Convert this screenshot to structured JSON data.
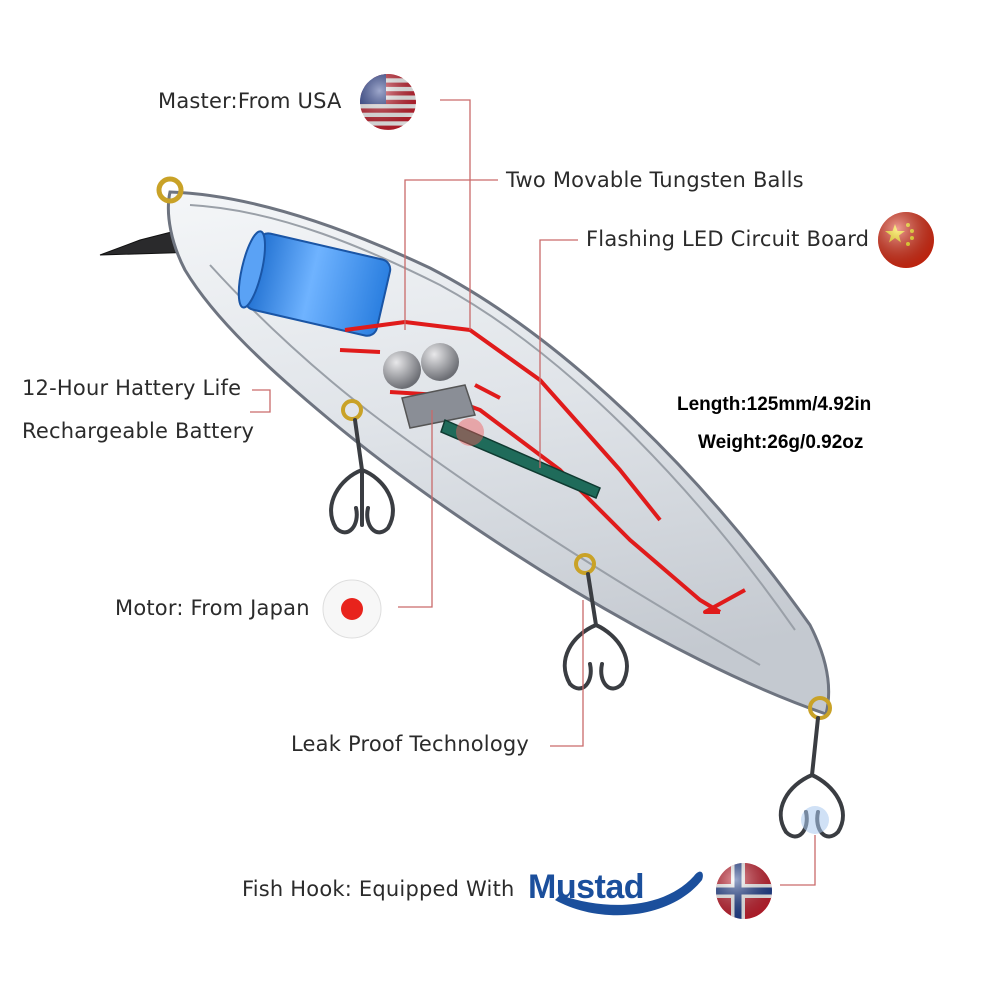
{
  "labels": {
    "master": "Master:From USA",
    "tungsten": "Two Movable Tungsten Balls",
    "led": "Flashing LED Circuit Board",
    "battery_life": "12-Hour Hattery Life",
    "battery_type": "Rechargeable Battery",
    "motor": "Motor: From Japan",
    "leak": "Leak Proof Technology",
    "hook": "Fish Hook: Equipped With"
  },
  "specs": {
    "length": "Length:125mm/4.92in",
    "weight": "Weight:26g/0.92oz"
  },
  "brand": "Mustad",
  "flags": {
    "usa": "usa-flag-icon",
    "china": "china-flag-icon",
    "japan": "japan-flag-icon",
    "norway": "norway-flag-icon"
  },
  "colors": {
    "wire_red": "#e01b1b",
    "battery_blue": "#3b8fe8",
    "brand_blue": "#1b4f9c",
    "brass": "#c9a227"
  }
}
